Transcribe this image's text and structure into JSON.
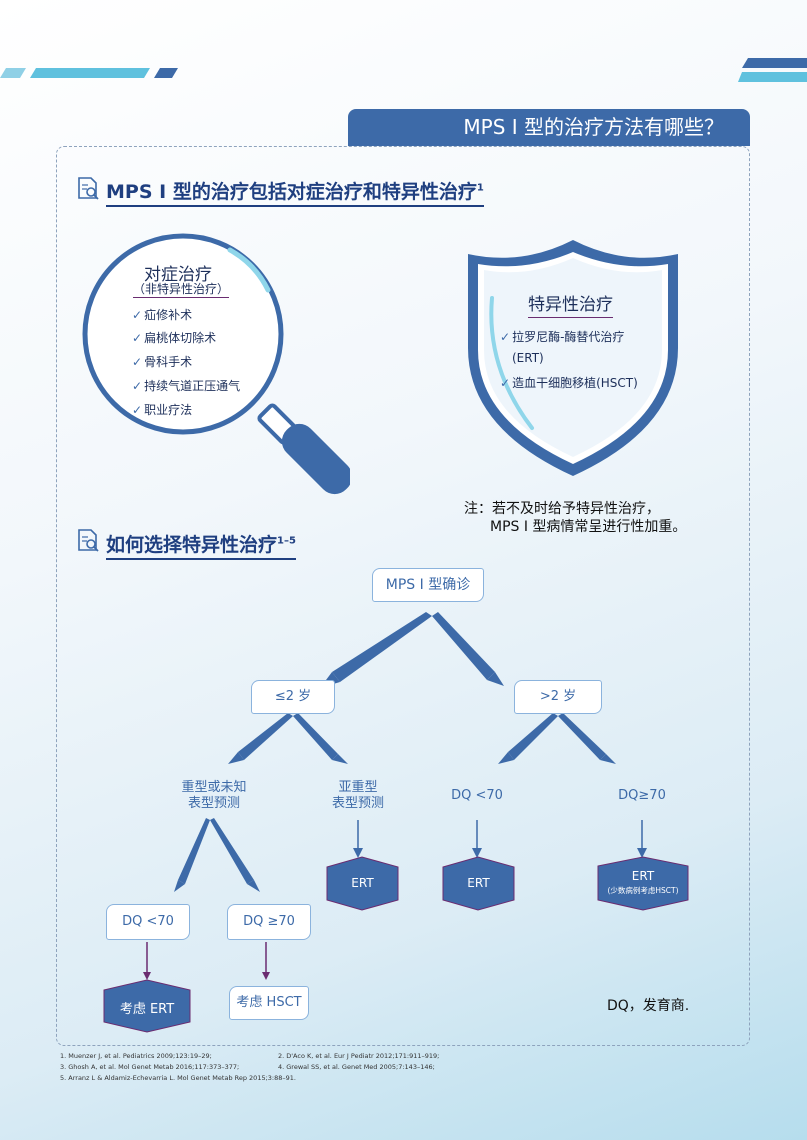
{
  "header": {
    "title": "MPS Ⅰ 型的治疗方法有哪些？"
  },
  "section1": {
    "title": "MPS Ⅰ 型的治疗包括对症治疗和特异性治疗",
    "sup": "1"
  },
  "symptomatic": {
    "title": "对症治疗",
    "subtitle": "（非特异性治疗）",
    "items": [
      "疝修补术",
      "扁桃体切除术",
      "骨科手术",
      "持续气道正压通气",
      "职业疗法"
    ]
  },
  "specific": {
    "title": "特异性治疗",
    "items": [
      "拉罗尼酶-酶替代治疗",
      "(ERT)",
      "造血干细胞移植(HSCT)"
    ]
  },
  "note": {
    "line1": "注：若不及时给予特异性治疗，",
    "line2": "MPS Ⅰ 型病情常呈进行性加重。"
  },
  "section2": {
    "title": "如何选择特异性治疗",
    "sup": "1–5"
  },
  "flow": {
    "root": "MPS Ⅰ 型确诊",
    "age_young": "≤2 岁",
    "age_old": ">2 岁",
    "severe_line1": "重型或未知",
    "severe_line2": "表型预测",
    "subsevere_line1": "亚重型",
    "subsevere_line2": "表型预测",
    "dq_low_old": "DQ <70",
    "dq_high_old": "DQ≥70",
    "dq_low_young": "DQ <70",
    "dq_high_young": "DQ ≥70",
    "ert_subsevere": "ERT",
    "ert_dq_low": "ERT",
    "ert_dq_high": "ERT",
    "ert_dq_high_sub": "(少数病例考虑HSCT)",
    "consider_ert": "考虑 ERT",
    "consider_hsct": "考虑 HSCT"
  },
  "footnote_dq": "DQ，发育商.",
  "references": {
    "r1": "1. Muenzer J, et al. Pediatrics 2009;123:19–29;",
    "r2": "2. D'Aco K, et al. Eur J Pediatr 2012;171:911–919;",
    "r3": "3. Ghosh A, et al. Mol Genet Metab 2016;117:373–377;",
    "r4": "4. Grewal SS, et al. Genet Med 2005;7:143–146;",
    "r5": "5. Arranz L & Aldamiz-Echevarria L. Mol Genet Metab Rep 2015;3:88–91."
  },
  "colors": {
    "primary": "#3d6aa8",
    "navy": "#1f3f80",
    "light_blue": "#8bb3dd",
    "accent_purple": "#6a2c70"
  }
}
